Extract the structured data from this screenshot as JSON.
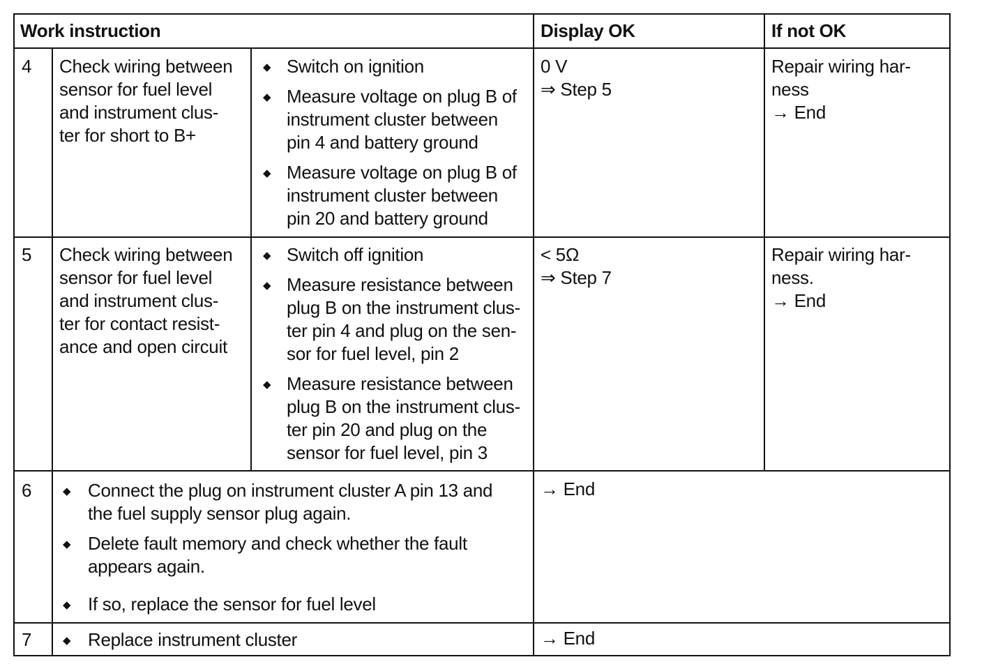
{
  "header": {
    "work_instruction": "Work instruction",
    "display_ok": "Display OK",
    "if_not_ok": "If not OK"
  },
  "rows": [
    {
      "step": "4",
      "check": "Check wiring between\nsensor for fuel level\nand instrument clus-\nter for short to B+",
      "actions": [
        "Switch on ignition",
        "Measure voltage on plug B of\ninstrument cluster between\npin 4 and battery ground",
        "Measure voltage on plug B of\ninstrument cluster between\npin 20 and battery ground"
      ],
      "display_ok": "0 V\n⇒ Step 5",
      "if_not_ok": "Repair wiring har-\nness\n→ End"
    },
    {
      "step": "5",
      "check": "Check wiring between\nsensor for fuel level\nand instrument clus-\nter for contact resist-\nance and open circuit",
      "actions": [
        "Switch off ignition",
        "Measure resistance between\nplug B on the instrument clus-\nter pin 4 and plug on the sen-\nsor for fuel level, pin 2",
        "Measure resistance between\nplug B on the instrument clus-\nter pin 20 and plug on the\nsensor for fuel level, pin 3"
      ],
      "display_ok": "< 5Ω\n⇒ Step 7",
      "if_not_ok": "Repair wiring har-\nness.\n→ End"
    },
    {
      "step": "6",
      "actions": [
        "Connect the plug on instrument cluster A pin 13 and\nthe fuel supply sensor plug again.",
        "Delete fault memory and check whether the fault\nappears again.",
        "If so, replace the sensor for fuel level"
      ],
      "result": "→ End"
    },
    {
      "step": "7",
      "actions": [
        "Replace instrument cluster"
      ],
      "result": "→ End"
    }
  ]
}
